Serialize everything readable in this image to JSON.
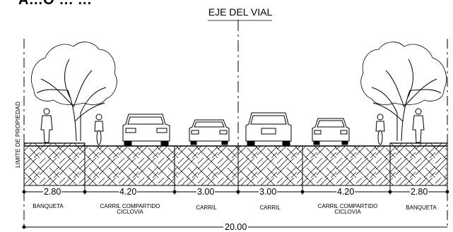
{
  "top_text": "A...O ... ...",
  "axis_label": "EJE DEL VIAL",
  "property_limit_label": "LIMITE DE PROPIEDAD",
  "segments": [
    {
      "width": "2.80",
      "name": "BANQUETA",
      "name2": ""
    },
    {
      "width": "4.20",
      "name": "CARRIL COMPARTIDO",
      "name2": "CICLOVIA"
    },
    {
      "width": "3.00",
      "name": "CARRIL",
      "name2": ""
    },
    {
      "width": "3.00",
      "name": "CARRIL",
      "name2": ""
    },
    {
      "width": "4.20",
      "name": "CARRIL COMPARTIDO",
      "name2": "CICLOVIA"
    },
    {
      "width": "2.80",
      "name": "BANQUETA",
      "name2": ""
    }
  ],
  "total_width": "20.00",
  "colors": {
    "line": "#000000",
    "background": "#ffffff"
  }
}
